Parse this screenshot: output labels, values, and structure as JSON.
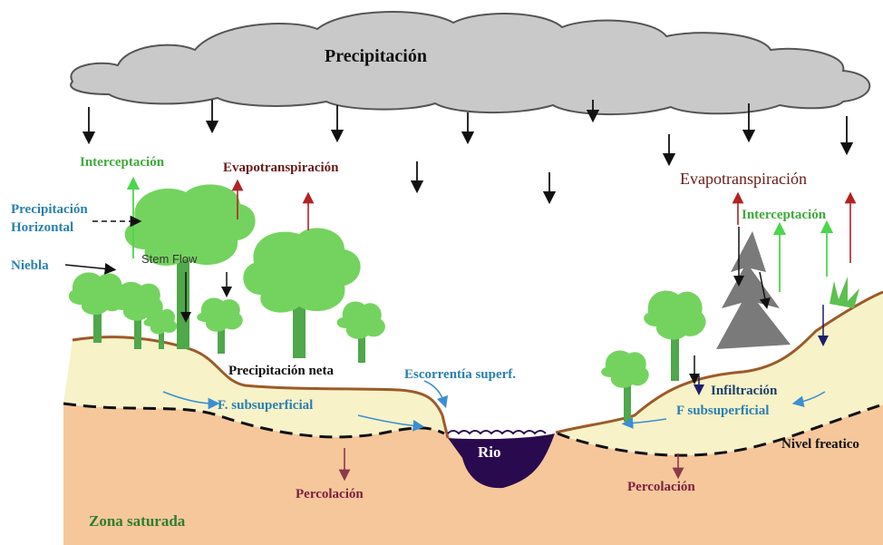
{
  "labels": {
    "precipitation": "Precipitación",
    "interception_left": "Interceptación",
    "evapotranspiration_left": "Evapotranspiración",
    "horizontal_precipitation_line1": "Precipitación",
    "horizontal_precipitation_line2": "Horizontal",
    "fog": "Niebla",
    "stem_flow": "Stem Flow",
    "net_precipitation": "Precipitación neta",
    "surface_runoff": "Escorrentía superf.",
    "subsurface_flow_left": "F. subsuperficial",
    "river": "Rio",
    "percolation_left": "Percolación",
    "saturated_zone": "Zona saturada",
    "evapotranspiration_right": "Evapotranspiración",
    "interception_right": "Interceptación",
    "infiltration": "Infiltración",
    "subsurface_flow_right": "F subsuperficial",
    "water_table": "Nivel freatico",
    "percolation_right": "Percolación"
  },
  "colors": {
    "cloud": "#c9c9c9",
    "soil_top": "#f7f2c8",
    "soil_bottom": "#f6c79b",
    "river": "#2a0a4e",
    "tree_green": "#6fcf5f",
    "label_green": "#3fa93a",
    "label_brown": "#6b1a1a",
    "label_blue": "#2a80b0",
    "label_purple": "#7a2040"
  }
}
